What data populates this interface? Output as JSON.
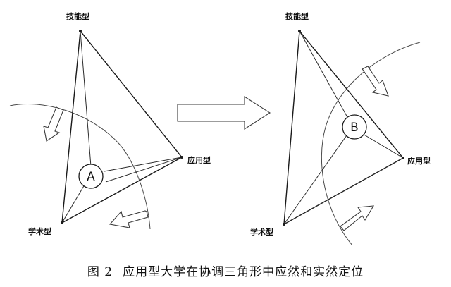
{
  "left_diagram": {
    "vertex_top": "技能型",
    "vertex_right": "应用型",
    "vertex_left": "学术型",
    "node_label": "A"
  },
  "right_diagram": {
    "vertex_top": "技能型",
    "vertex_right": "应用型",
    "vertex_left": "学术型",
    "node_label": "B"
  },
  "caption": {
    "number": "图 2",
    "text": "应用型大学在协调三角形中应然和实然定位"
  }
}
